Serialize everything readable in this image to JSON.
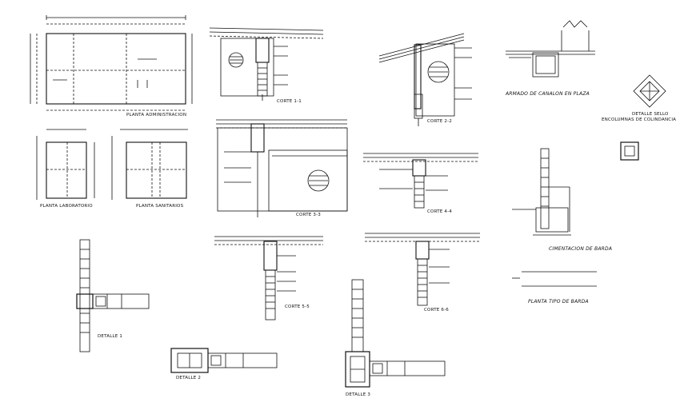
{
  "labels": {
    "planta_admin": "PLANTA ADMINISTRACION",
    "planta_lab": "PLANTA LABORATORIO",
    "planta_san": "PLANTA SANITARIOS",
    "corte_1": "CORTE 1-1",
    "corte_2": "CORTE 2-2",
    "corte_3": "CORTE 3-3",
    "corte_4": "CORTE 4-4",
    "corte_5": "CORTE 5-5",
    "corte_6": "CORTE 6-6",
    "detalle_1": "DETALLE 1",
    "detalle_2": "DETALLE 2",
    "detalle_3": "DETALLE 3",
    "canalon": "ARMADO DE CANALON EN PLAZA",
    "sello_1": "DETALLE SELLO",
    "sello_2": "ENCOLUMNAS DE COLINDANCIA",
    "cimentacion": "CIMENTACION DE BARDA",
    "planta_barda": "PLANTA TIPO DE BARDA"
  },
  "colors": {
    "ink": "#111111",
    "background": "#ffffff"
  }
}
